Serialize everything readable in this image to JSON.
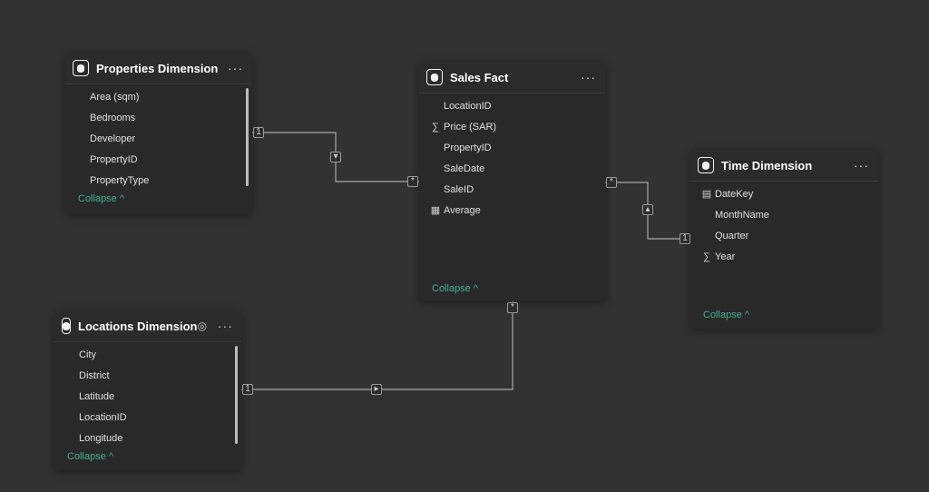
{
  "tables": [
    {
      "id": "properties",
      "title": "Properties Dimension",
      "more": "···",
      "collapse": "Collapse ^",
      "visibility_icon": false,
      "fields": [
        {
          "name": "Area (sqm)",
          "icon": ""
        },
        {
          "name": "Bedrooms",
          "icon": ""
        },
        {
          "name": "Developer",
          "icon": ""
        },
        {
          "name": "PropertyID",
          "icon": ""
        },
        {
          "name": "PropertyType",
          "icon": ""
        }
      ]
    },
    {
      "id": "sales",
      "title": "Sales Fact",
      "more": "···",
      "collapse": "Collapse ^",
      "visibility_icon": false,
      "fields": [
        {
          "name": "LocationID",
          "icon": ""
        },
        {
          "name": "Price (SAR)",
          "icon": "sigma-icon"
        },
        {
          "name": "PropertyID",
          "icon": ""
        },
        {
          "name": "SaleDate",
          "icon": ""
        },
        {
          "name": "SaleID",
          "icon": ""
        },
        {
          "name": "Average",
          "icon": "calculator-icon"
        }
      ]
    },
    {
      "id": "time",
      "title": "Time Dimension",
      "more": "···",
      "collapse": "Collapse ^",
      "visibility_icon": false,
      "fields": [
        {
          "name": "DateKey",
          "icon": "calendar-icon"
        },
        {
          "name": "MonthName",
          "icon": ""
        },
        {
          "name": "Quarter",
          "icon": ""
        },
        {
          "name": "Year",
          "icon": "sigma-icon"
        }
      ]
    },
    {
      "id": "locations",
      "title": "Locations Dimension",
      "more": "···",
      "collapse": "Collapse ^",
      "visibility_icon": true,
      "fields": [
        {
          "name": "City",
          "icon": ""
        },
        {
          "name": "District",
          "icon": ""
        },
        {
          "name": "Latitude",
          "icon": ""
        },
        {
          "name": "LocationID",
          "icon": ""
        },
        {
          "name": "Longitude",
          "icon": ""
        }
      ]
    }
  ],
  "relationships": [
    {
      "from": "properties",
      "to": "sales",
      "from_card": "1",
      "to_card": "*",
      "direction": "down"
    },
    {
      "from": "time",
      "to": "sales",
      "from_card": "1",
      "to_card": "*",
      "direction": "up"
    },
    {
      "from": "locations",
      "to": "sales",
      "from_card": "1",
      "to_card": "*",
      "direction": "right"
    }
  ],
  "colors": {
    "canvas": "#323232",
    "card": "#292929",
    "accent": "#3fae93"
  }
}
